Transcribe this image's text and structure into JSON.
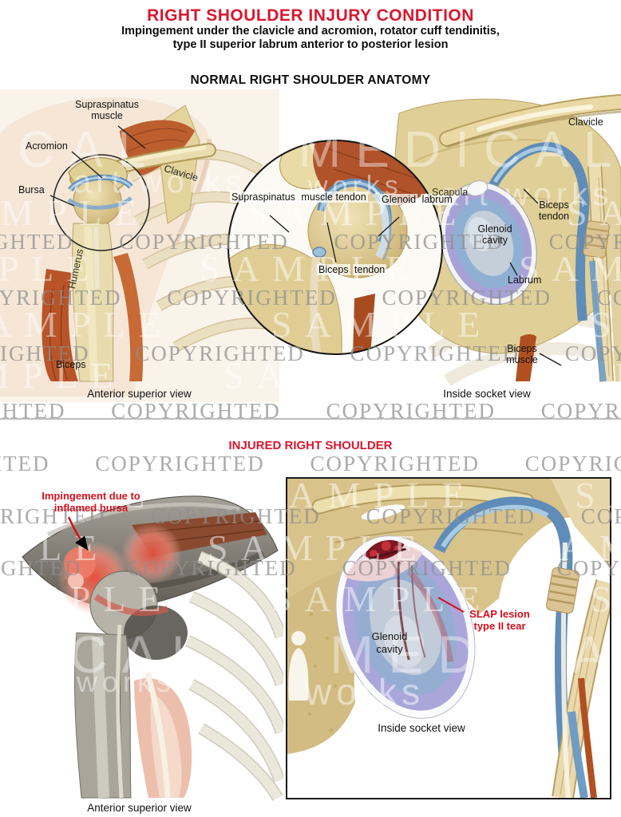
{
  "header": {
    "title": "RIGHT SHOULDER INJURY CONDITION",
    "subtitle_line1": "Impingement under the clavicle and acromion, rotator cuff tendinitis,",
    "subtitle_line2": "type II superior labrum anterior to posterior lesion"
  },
  "normal_section": {
    "heading": "NORMAL RIGHT SHOULDER ANATOMY",
    "anterior_view": {
      "supraspinatus_line1": "Supraspinatus",
      "supraspinatus_line2": "muscle",
      "acromion": "Acromion",
      "bursa": "Bursa",
      "clavicle": "Clavicle",
      "humerus": "Humerus",
      "biceps": "Biceps",
      "caption": "Anterior superior view"
    },
    "magnified_inset": {
      "supraspinatus_tendon_line1": "Supraspinatus",
      "supraspinatus_tendon_line2": "muscle tendon",
      "glenoid_labrum_line1": "Glenoid",
      "glenoid_labrum_line2": "labrum",
      "biceps_tendon_line1": "Biceps",
      "biceps_tendon_line2": "tendon"
    },
    "socket_view": {
      "clavicle": "Clavicle",
      "scapula": "Scapula",
      "biceps_tendon_line1": "Biceps",
      "biceps_tendon_line2": "tendon",
      "glenoid_cavity_line1": "Glenoid",
      "glenoid_cavity_line2": "cavity",
      "labrum": "Labrum",
      "biceps_muscle_line1": "Biceps",
      "biceps_muscle_line2": "muscle",
      "caption": "Inside socket view"
    }
  },
  "injured_section": {
    "heading": "INJURED RIGHT SHOULDER",
    "anterior_view": {
      "impingement_line1": "Impingement due to",
      "impingement_line2": "inflamed bursa",
      "caption": "Anterior superior view"
    },
    "socket_view": {
      "glenoid_cavity_line1": "Glenoid",
      "glenoid_cavity_line2": "cavity",
      "slap_line1": "SLAP lesion",
      "slap_line2": "type II tear",
      "caption": "Inside socket view"
    }
  },
  "watermarks": {
    "copyrighted_row": "COPYRIGHTED COPYRIGHTED COPYRIGHTED COPYRIGHTED",
    "sample_row": "SAMPLE SAMPLE SAMPLE SAMPLE",
    "medical_row": "MEDICAL MEDICAL",
    "art_works": "art works",
    "works": "works"
  },
  "colors": {
    "heading_red": "#d8182f",
    "label_red": "#d50f1d",
    "watermark_gray": "#8f8f8f",
    "bone_tan": "#e2d094",
    "muscle_orange": "#b5552a",
    "tendon_blue": "#5f8cb8",
    "glenoid_lavender": "#a7a2d6"
  }
}
